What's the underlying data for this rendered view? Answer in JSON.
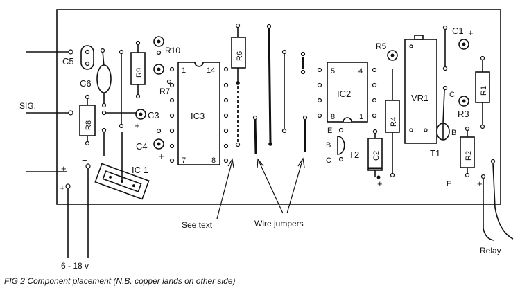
{
  "figure": {
    "caption": "FIG 2 Component placement (N.B. copper lands on other side)"
  },
  "labels": {
    "c5": "C5",
    "c6": "C6",
    "r8": "R8",
    "r9": "R9",
    "r10": "R10",
    "r7": "R7",
    "r6": "R6",
    "c3": "C3",
    "c4": "C4",
    "ic3": "IC3",
    "ic1": "IC 1",
    "ic2": "IC2",
    "r5": "R5",
    "vr1": "VR1",
    "c1": "C1",
    "r1": "R1",
    "r3": "R3",
    "r4": "R4",
    "c2": "C2",
    "t2": "T2",
    "t1": "T1",
    "r2": "R2",
    "sig": "SIG.",
    "supply": "6 - 18 v",
    "see_text": "See text",
    "wire_jumpers": "Wire jumpers",
    "relay": "Relay"
  },
  "pins": {
    "ic3_p1": "1",
    "ic3_p14": "14",
    "ic3_p7": "7",
    "ic3_p8": "8",
    "ic2_p5": "5",
    "ic2_p4": "4",
    "ic2_p8": "8",
    "ic2_p1": "1",
    "t2_e": "E",
    "t2_b": "B",
    "t2_c": "C",
    "t1_c": "C",
    "t1_b": "B",
    "t1_e": "E"
  },
  "polarity": {
    "plus": "+",
    "minus": "−"
  }
}
